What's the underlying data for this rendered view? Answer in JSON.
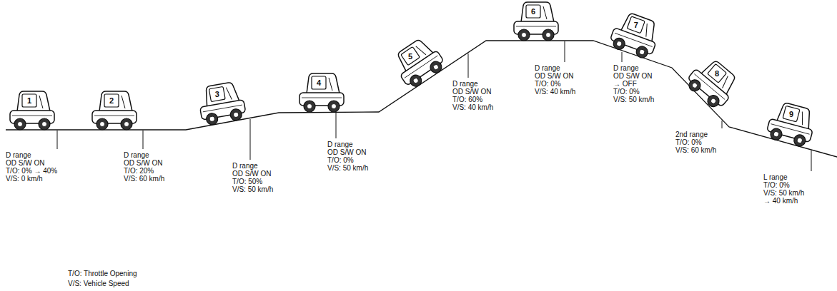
{
  "diagram": {
    "labels": [
      "1",
      "D range",
      "OD S/W ON",
      "T/O: 0% → 40%",
      "V/S: 0 km/h",
      "2",
      "D range",
      "OD S/W ON",
      "T/O: 20%",
      "V/S: 60 km/h",
      "3",
      "D range",
      "OD S/W ON",
      "T/O: 50%",
      "V/S: 50 km/h",
      "4",
      "D range",
      "OD S/W ON",
      "T/O: 0%",
      "V/S: 50 km/h",
      "5",
      "D range",
      "OD S/W ON",
      "T/O: 60%",
      "V/S: 40 km/h",
      "6",
      "D range",
      "OD S/W ON",
      "T/O: 0%",
      "V/S: 40 km/h",
      "7",
      "D range",
      "OD S/W ON",
      "→ OFF",
      "T/O: 0%",
      "V/S: 50 km/h",
      "8",
      "2nd range",
      "T/O: 0%",
      "V/S: 60 km/h",
      "9",
      "L range",
      "T/O: 0%",
      "V/S: 50 km/h",
      "→ 40 km/h",
      "T/O: Throttle Opening",
      "V/S: Vehicle Speed"
    ]
  }
}
